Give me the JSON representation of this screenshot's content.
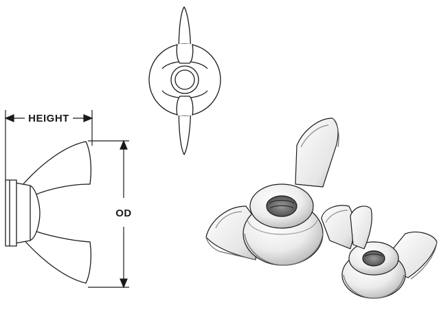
{
  "labels": {
    "height": "HEIGHT",
    "od": "OD"
  },
  "colors": {
    "line": "#1a1a1a",
    "background": "#ffffff",
    "nut_fill": "#f7f7f7",
    "nut_shade": "#c9c9c9",
    "nut_dark": "#6b6b6b"
  },
  "views": {
    "side": "side-view-drawing",
    "front": "front-view-drawing",
    "iso": "isometric-3d-render"
  }
}
